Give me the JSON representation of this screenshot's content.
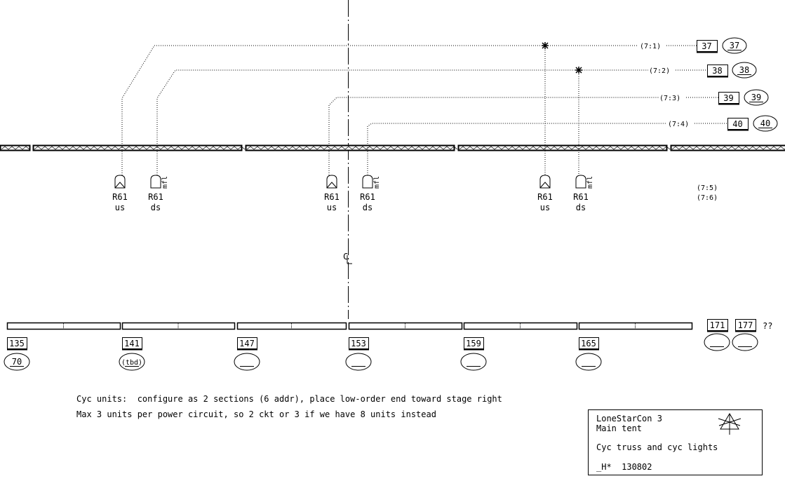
{
  "colors": {
    "ink": "#000000",
    "background": "#ffffff"
  },
  "centerline_label": "CL",
  "upper_truss": {
    "fixtures": [
      {
        "type": "us",
        "unit": "R61",
        "pos": "us",
        "tag": ""
      },
      {
        "type": "ds",
        "unit": "R61",
        "pos": "ds",
        "tag": "mfl"
      },
      {
        "type": "us",
        "unit": "R61",
        "pos": "us",
        "tag": ""
      },
      {
        "type": "ds",
        "unit": "R61",
        "pos": "ds",
        "tag": "mfl"
      },
      {
        "type": "us",
        "unit": "R61",
        "pos": "us",
        "tag": ""
      },
      {
        "type": "ds",
        "unit": "R61",
        "pos": "ds",
        "tag": "mfl"
      }
    ],
    "circuits": [
      {
        "address": "(7:1)",
        "dimmer": "37",
        "channel": "37"
      },
      {
        "address": "(7:2)",
        "dimmer": "38",
        "channel": "38"
      },
      {
        "address": "(7:3)",
        "dimmer": "39",
        "channel": "39"
      },
      {
        "address": "(7:4)",
        "dimmer": "40",
        "channel": "40"
      }
    ],
    "spare_addresses": [
      "(7:5)",
      "(7:6)"
    ]
  },
  "cyc_units": [
    {
      "dimmer": "135",
      "channel": "70"
    },
    {
      "dimmer": "141",
      "channel": "(tbd)"
    },
    {
      "dimmer": "147",
      "channel": ""
    },
    {
      "dimmer": "153",
      "channel": ""
    },
    {
      "dimmer": "159",
      "channel": ""
    },
    {
      "dimmer": "165",
      "channel": ""
    }
  ],
  "extra_units": [
    {
      "dimmer": "171",
      "channel": ""
    },
    {
      "dimmer": "177",
      "channel": ""
    }
  ],
  "extra_note": "??",
  "notes": [
    "Cyc units:  configure as 2 sections (6 addr), place low-order end toward stage right",
    "Max 3 units per power circuit, so 2 ckt or 3 if we have 8 units instead"
  ],
  "title_block": {
    "line1": "LoneStarCon 3",
    "line2": "Main tent",
    "line3": "Cyc truss and cyc lights",
    "line4": "_H*  130802"
  }
}
